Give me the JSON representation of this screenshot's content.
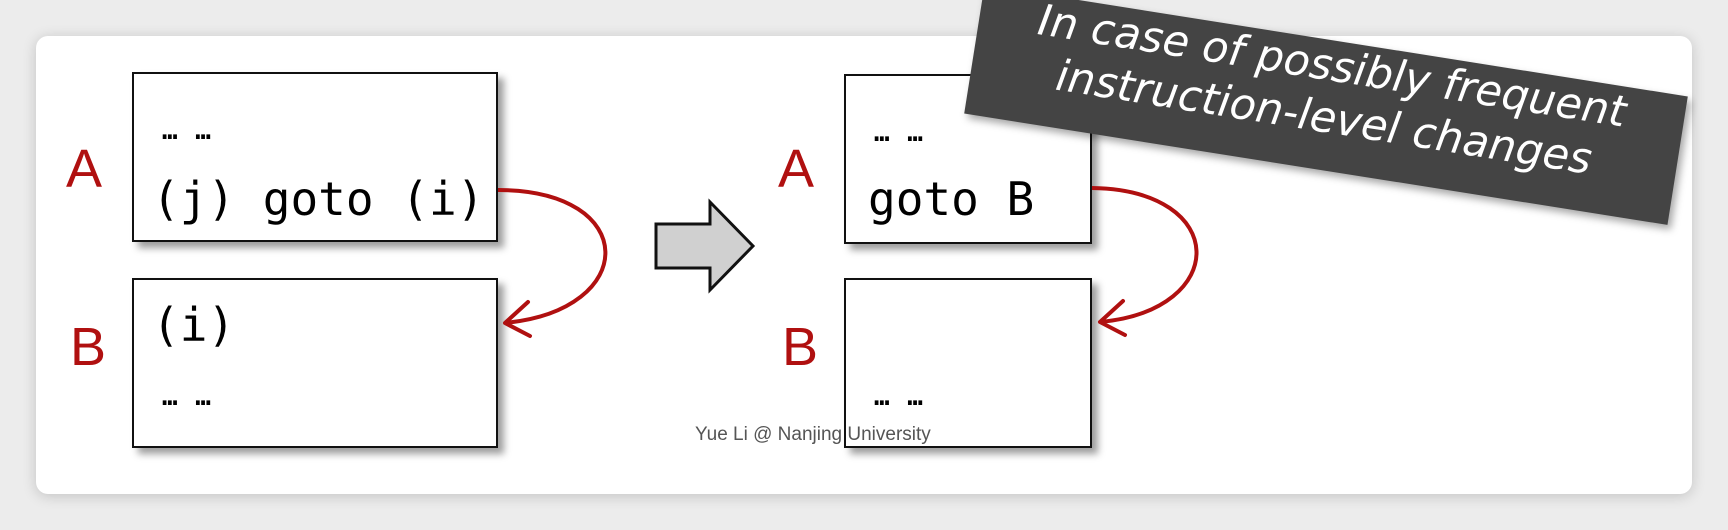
{
  "left": {
    "label_a": "A",
    "label_b": "B",
    "box_a_line1": "… …",
    "box_a_line2": "(j) goto (i)",
    "box_b_line1": "(i)",
    "box_b_line2": "… …"
  },
  "right": {
    "label_a": "A",
    "label_b": "B",
    "box_a_line1": "… …",
    "box_a_line2": "goto B",
    "box_b_line2": "… …"
  },
  "banner": {
    "line1": "In case of possibly frequent",
    "line2": "instruction-level changes"
  },
  "footer": "Yue Li @ Nanjing University",
  "colors": {
    "label": "#b01010",
    "arrow": "#b01010",
    "banner_bg": "#444444",
    "transform_arrow_fill": "#d0d0d0"
  },
  "icons": [
    "curved-jump-arrow",
    "transform-arrow"
  ]
}
